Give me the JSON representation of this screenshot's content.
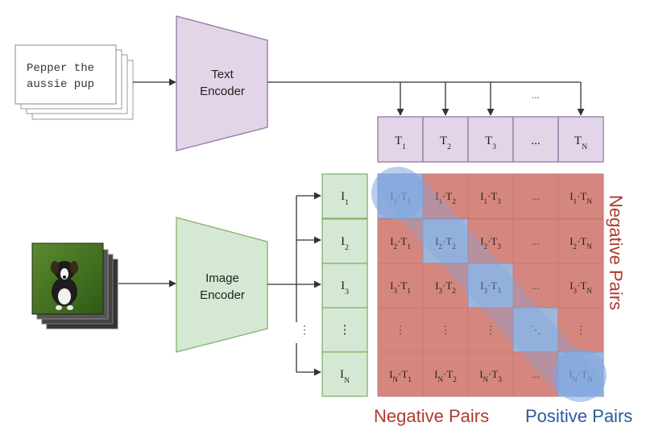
{
  "caption": {
    "text_lines": [
      "Pepper the",
      "aussie pup"
    ]
  },
  "text_encoder": {
    "line1": "Text",
    "line2": "Encoder"
  },
  "image_encoder": {
    "line1": "Image",
    "line2": "Encoder"
  },
  "top_ellipsis": "...",
  "side_ellipsis": "⋮",
  "t_row": [
    {
      "base": "T",
      "sub": "1"
    },
    {
      "base": "T",
      "sub": "2"
    },
    {
      "base": "T",
      "sub": "3"
    },
    {
      "base": "...",
      "sub": ""
    },
    {
      "base": "T",
      "sub": "N"
    }
  ],
  "i_col": [
    {
      "base": "I",
      "sub": "1"
    },
    {
      "base": "I",
      "sub": "2"
    },
    {
      "base": "I",
      "sub": "3"
    },
    {
      "base": "⋮",
      "sub": ""
    },
    {
      "base": "I",
      "sub": "N"
    }
  ],
  "matrix": [
    [
      {
        "i": "1",
        "t": "1"
      },
      {
        "i": "1",
        "t": "2"
      },
      {
        "i": "1",
        "t": "3"
      },
      {
        "text": "..."
      },
      {
        "i": "1",
        "t": "N"
      }
    ],
    [
      {
        "i": "2",
        "t": "1"
      },
      {
        "i": "2",
        "t": "2"
      },
      {
        "i": "2",
        "t": "3"
      },
      {
        "text": "..."
      },
      {
        "i": "2",
        "t": "N"
      }
    ],
    [
      {
        "i": "3",
        "t": "1"
      },
      {
        "i": "3",
        "t": "2"
      },
      {
        "i": "3",
        "t": "3"
      },
      {
        "text": "..."
      },
      {
        "i": "3",
        "t": "N"
      }
    ],
    [
      {
        "text": "⋮"
      },
      {
        "text": "⋮"
      },
      {
        "text": "⋮"
      },
      {
        "text": "⋱"
      },
      {
        "text": "⋮"
      }
    ],
    [
      {
        "i": "N",
        "t": "1"
      },
      {
        "i": "N",
        "t": "2"
      },
      {
        "i": "N",
        "t": "3"
      },
      {
        "text": "..."
      },
      {
        "i": "N",
        "t": "N"
      }
    ]
  ],
  "labels": {
    "negative_pairs_side": "Negative Pairs",
    "negative_pairs_bottom": "Negative Pairs",
    "positive_pairs_bottom": "Positive Pairs"
  },
  "colors": {
    "text_encoder_fill": "#e1d5e7",
    "text_encoder_stroke": "#9673a6",
    "image_encoder_fill": "#d5e8d4",
    "image_encoder_stroke": "#82b366",
    "negative_cell": "#d5867f",
    "negative_stroke": "#b85450",
    "positive_cell": "#9fb6dc",
    "positive_band": "#7ea6e0",
    "negative_label": "#b03a2e",
    "positive_label": "#2a5a9a"
  }
}
